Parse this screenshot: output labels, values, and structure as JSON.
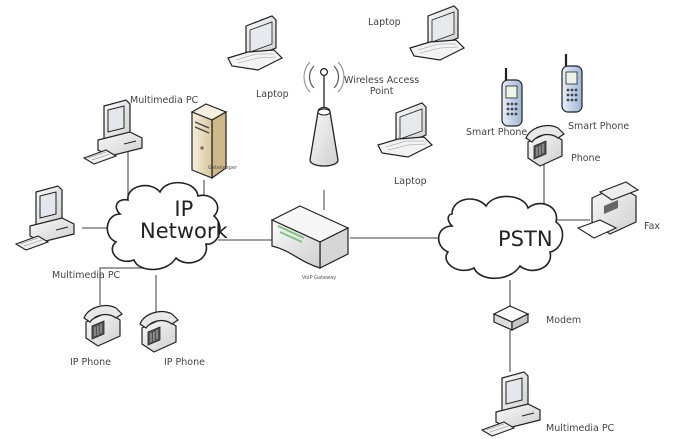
{
  "diagram": {
    "type": "network-topology",
    "clouds": {
      "ip_network": {
        "line1": "IP",
        "line2": "Network"
      },
      "pstn": {
        "label": "PSTN"
      }
    },
    "gateway": {
      "label": "VoIP Gateway"
    },
    "gatekeeper": {
      "label": "Gatekeeper"
    },
    "access_point": {
      "line1": "Wireless Access",
      "line2": "Point"
    },
    "labels": {
      "multimedia_pc_top": "Multimedia PC",
      "multimedia_pc_left": "Multimedia PC",
      "multimedia_pc_bottom": "Multimedia PC",
      "ip_phone_1": "IP Phone",
      "ip_phone_2": "IP Phone",
      "laptop_1": "Laptop",
      "laptop_2": "Laptop",
      "laptop_3": "Laptop",
      "smart_phone_1": "Smart Phone",
      "smart_phone_2": "Smart Phone",
      "phone": "Phone",
      "fax": "Fax",
      "modem": "Modem"
    },
    "colors": {
      "line": "#666666",
      "outline": "#222222",
      "server_fill": "#efe3c4",
      "phone_accent": "#b8cbe3",
      "gateway_accent": "#7ec27e"
    }
  }
}
